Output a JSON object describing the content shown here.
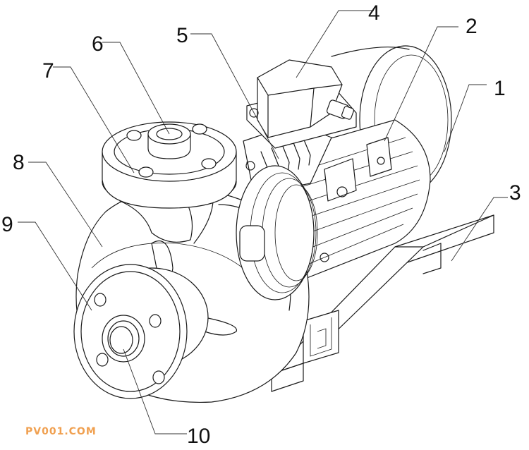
{
  "figure": {
    "labels": [
      "1",
      "2",
      "3",
      "4",
      "5",
      "6",
      "7",
      "8",
      "9",
      "10"
    ],
    "watermark": "PV001.COM"
  },
  "colors": {
    "line": "#1a1a1a",
    "background": "#ffffff",
    "watermark": "#f0a050"
  },
  "parts": [
    "motor-housing",
    "junction-box",
    "base-rail",
    "terminal-cover",
    "cooling-fins",
    "outlet-flange",
    "outlet-flange-ring",
    "pump-casing",
    "inlet-flange",
    "inlet-port"
  ]
}
